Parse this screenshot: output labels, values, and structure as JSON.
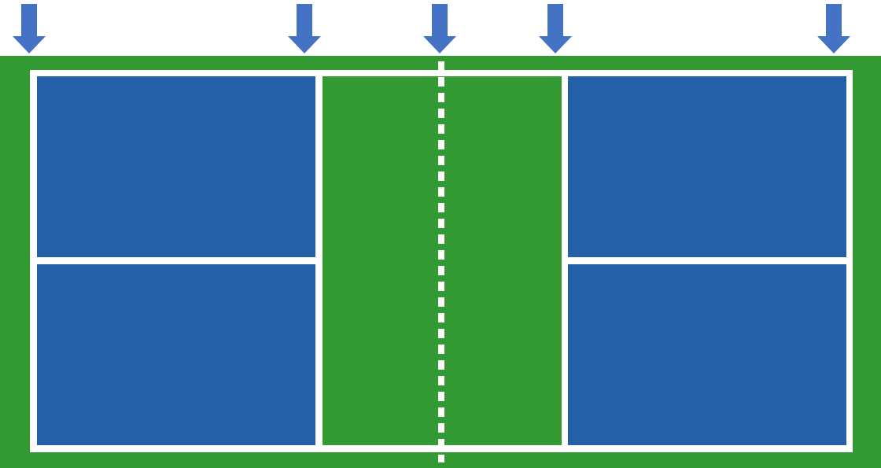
{
  "diagram": {
    "subject": "pickleball-court",
    "colors": {
      "surround": "#339933",
      "kitchen": "#339933",
      "service_box": "#2360A8",
      "lines": "#ffffff",
      "arrows": "#4472C4",
      "background": "#ffffff"
    },
    "arrows": [
      {
        "points_to": "left-baseline"
      },
      {
        "points_to": "left-kitchen-line"
      },
      {
        "points_to": "net"
      },
      {
        "points_to": "right-kitchen-line"
      },
      {
        "points_to": "right-baseline"
      }
    ]
  }
}
